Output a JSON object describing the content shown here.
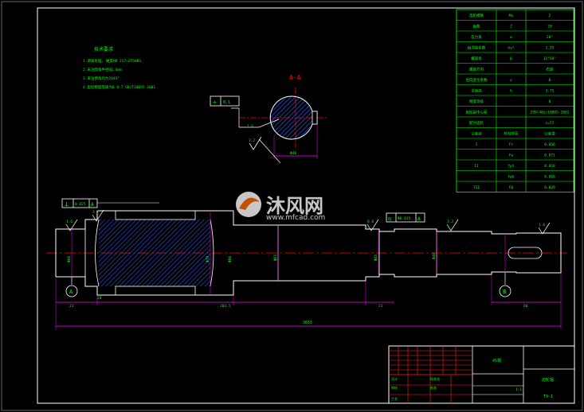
{
  "section_label": "A-A",
  "notes": {
    "title": "技术要求",
    "lines": [
      "1.调质处理, 硬度HB 217~255HBS",
      "2.未注圆角半径R1.6mm",
      "3.未注倒角均为2X45°",
      "4.齿轮精度等级为8-8-7 GB/T10095-2001"
    ]
  },
  "param_table": {
    "rows": [
      [
        "齿轮模数",
        "Mn",
        "2"
      ],
      [
        "齿数",
        "Z",
        "29"
      ],
      [
        "压力角",
        "α",
        "20°"
      ],
      [
        "齿顶高系数",
        "ha*",
        "1.25"
      ],
      [
        "螺旋角",
        "β",
        "12°58'"
      ],
      [
        "螺旋方向",
        "",
        "右旋"
      ],
      [
        "径向变位系数",
        "x",
        "0"
      ],
      [
        "全齿高",
        "h",
        "3.75"
      ],
      [
        "精度等级",
        "",
        "8"
      ],
      [
        "齿轮副中心距",
        "",
        "299(48±)10095-2001"
      ],
      [
        "配对齿轮",
        "",
        "z=57"
      ],
      [
        "公差组",
        "检验项目",
        "公差值"
      ],
      [
        "I",
        "Fr",
        "0.056"
      ],
      [
        "",
        "Fw",
        "0.071"
      ],
      [
        "II",
        "fpt",
        "0.018"
      ],
      [
        "",
        "fpb",
        "0.016"
      ],
      [
        "III",
        "Fβ",
        "0.029"
      ]
    ]
  },
  "dimensions": {
    "total_length": "3655",
    "len_21_left": "21",
    "len_28": "28",
    "len_203": "203.5",
    "len_21_mid": "21",
    "len_60": "60",
    "dia_labels": [
      "Φ60",
      "Φ70",
      "Φ80",
      "Φ55",
      "Φ45",
      "Φ40"
    ]
  },
  "datums": {
    "left": "A",
    "right": "B"
  },
  "tolerance_frames": {
    "top": {
      "symbol": "⊥",
      "value": "0.025",
      "datum": "A"
    },
    "mid": {
      "symbol": "◎",
      "value": "Φ0.015",
      "datum": "A"
    },
    "section": {
      "symbol": "÷",
      "value": "0.1",
      "datum": ""
    }
  },
  "roughness": [
    "3.2",
    "1.6",
    "0.8",
    "3.2",
    "1.6"
  ],
  "title_block": {
    "part_name": "齿轮轴",
    "material": "45钢",
    "drawing_no": "T9-1",
    "scale": "1:1",
    "labels": [
      "设计",
      "审核",
      "工艺",
      "标准化",
      "批准"
    ]
  },
  "watermark": {
    "brand": "沐风网",
    "url": "www.mfcad.com"
  },
  "colors": {
    "frame": "#ffffff",
    "outline": "#ffffff",
    "dimension": "#ff00ff",
    "text": "#00ff00",
    "center": "#ff0000",
    "hatch": "#3a5aff"
  }
}
